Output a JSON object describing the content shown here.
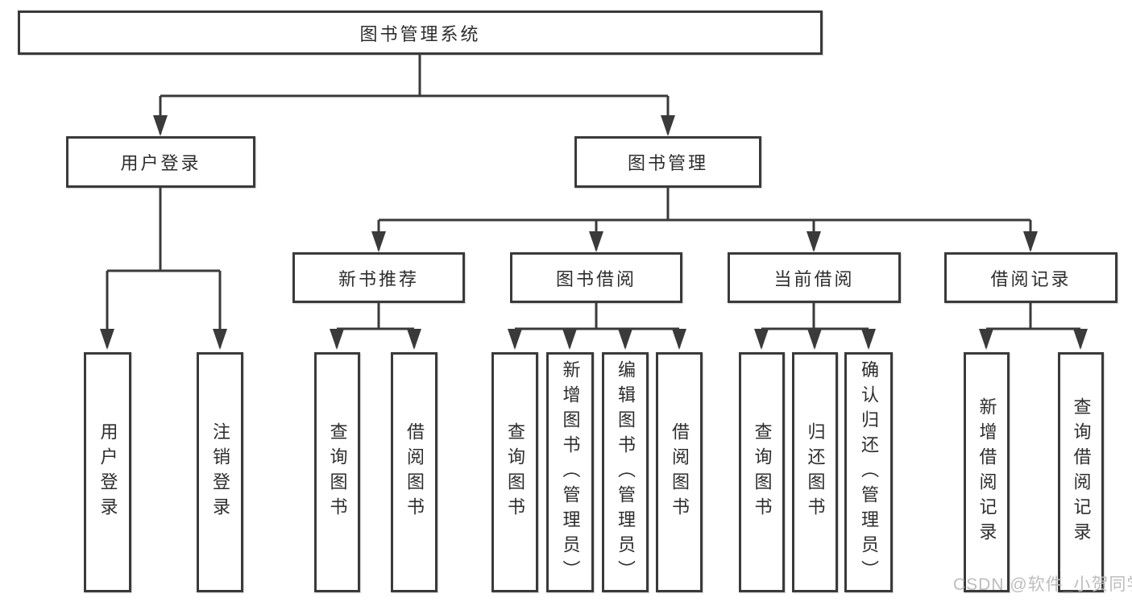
{
  "diagram_type": "hierarchy-function-diagram",
  "tree": {
    "label": "图书管理系统",
    "children": [
      {
        "label": "用户登录",
        "children": [
          "用户登录",
          "注销登录"
        ]
      },
      {
        "label": "图书管理",
        "children": [
          {
            "label": "新书推荐",
            "children": [
              "查询图书",
              "借阅图书"
            ]
          },
          {
            "label": "图书借阅",
            "children": [
              "查询图书",
              "新增图书（管理员）",
              "编辑图书（管理员）",
              "借阅图书"
            ]
          },
          {
            "label": "当前借阅",
            "children": [
              "查询图书",
              "归还图书",
              "确认归还（管理员）"
            ]
          },
          {
            "label": "借阅记录",
            "children": [
              "新增借阅记录",
              "查询借阅记录"
            ]
          }
        ]
      }
    ]
  },
  "watermark": {
    "text": "CSDN @软件_小贺同学",
    "color": "#bdbdbd"
  },
  "colors": {
    "line": "#3a3a3a",
    "box_border": "#3a3a3a",
    "text": "#2d2d2d",
    "background": "#ffffff"
  }
}
